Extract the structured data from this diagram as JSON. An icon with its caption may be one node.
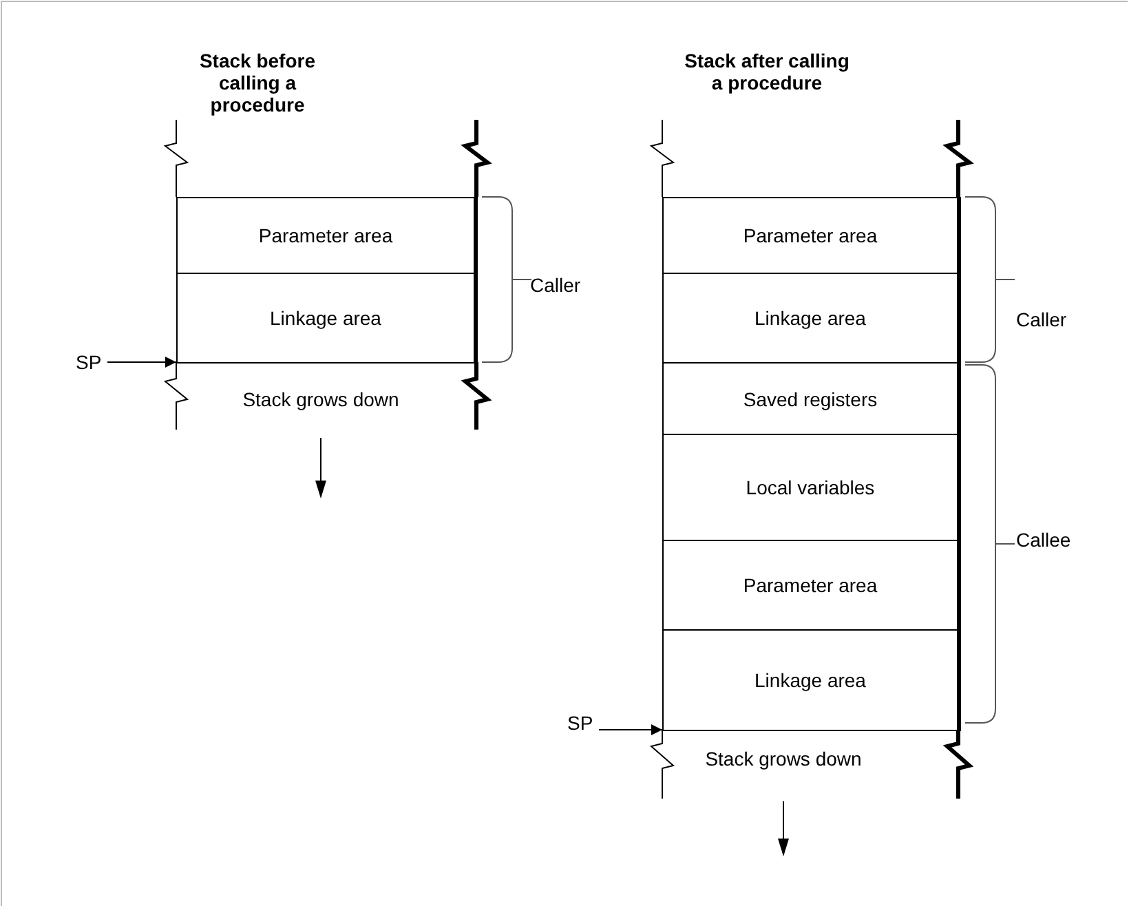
{
  "diagram": {
    "nodes": [
      {
        "text": [
          "Parameter area"
        ]
      },
      {
        "text": [
          "Linkage area"
        ]
      },
      {
        "text": [
          "SP"
        ]
      },
      {
        "text": [
          "Parameter area"
        ]
      },
      {
        "text": [
          "Linkage area"
        ]
      },
      {
        "text": [
          "Saved registers"
        ]
      },
      {
        "text": [
          "Local variables"
        ]
      },
      {
        "text": [
          "Parameter area"
        ]
      },
      {
        "text": [
          "Linkage area"
        ]
      },
      {
        "text": [
          "SP"
        ]
      }
    ],
    "edges": [
      {
        "from": 2,
        "to": 1,
        "arrow": "to"
      },
      {
        "from": 9,
        "to": 8,
        "arrow": "to"
      }
    ],
    "labels": [
      "Stack before calling a procedure",
      "Stack after calling a procedure",
      "Caller",
      "Caller",
      "Stack grows down",
      "Callee",
      "Stack grows down"
    ]
  }
}
